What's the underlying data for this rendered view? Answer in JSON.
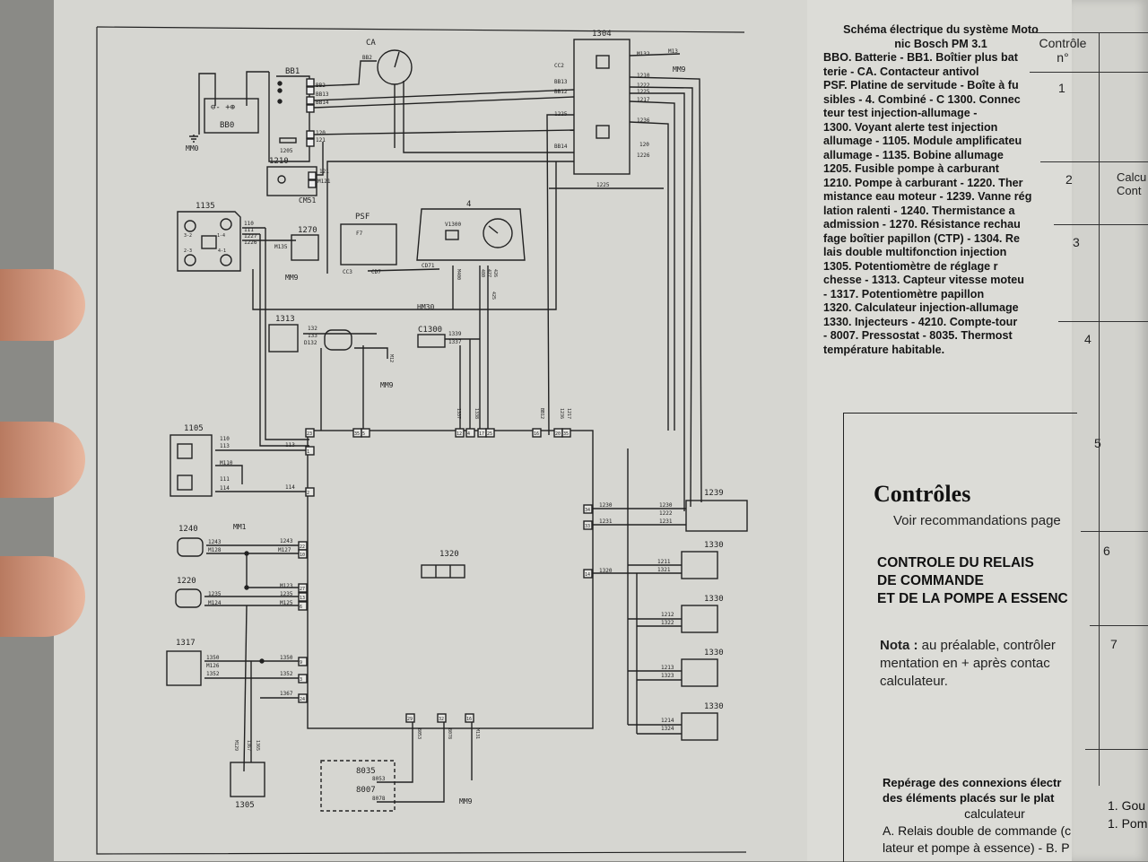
{
  "legend": {
    "title_line1": "Schéma électrique du système Moto",
    "title_line2": "nic Bosch PM 3.1",
    "lines": [
      "BBO. Batterie - BB1. Boîtier plus bat",
      "terie - CA. Contacteur antivol",
      "PSF. Platine de servitude - Boîte à fu",
      "sibles - 4. Combiné - C 1300. Connec",
      "teur test injection-allumage -",
      "1300. Voyant alerte test injection",
      "allumage - 1105. Module amplificateu",
      "allumage - 1135. Bobine allumage",
      "1205. Fusible pompe à carburant",
      "1210. Pompe à carburant - 1220. Ther",
      "mistance eau moteur - 1239. Vanne rég",
      "lation ralenti - 1240. Thermistance a",
      "admission - 1270. Résistance rechau",
      "fage boîtier papillon (CTP) - 1304. Re",
      "lais double multifonction injection",
      "1305. Potentiomètre de réglage r",
      "chesse - 1313. Capteur vitesse moteu",
      "- 1317. Potentiomètre papillon",
      "1320. Calculateur injection-allumage",
      "1330. Injecteurs - 4210. Compte-tour",
      "- 8007. Pressostat - 8035. Thermost",
      "température habitable."
    ]
  },
  "control_table": {
    "header_line1": "Contrôle",
    "header_line2": "n°",
    "numbers": [
      "1",
      "2",
      "3",
      "4",
      "5",
      "6",
      "7"
    ],
    "calc_col": [
      "Calcu",
      "Cont"
    ]
  },
  "controles": {
    "heading": "Contrôles",
    "voir": "Voir recommandations page",
    "relais_lines": [
      "CONTROLE DU RELAIS",
      "DE COMMANDE",
      "ET DE LA POMPE A ESSENC"
    ],
    "nota_label": "Nota :",
    "nota_text": " au préalable, contrôler mentation en + après contac calculateur."
  },
  "reperage": {
    "line1": "Repérage des connexions électr",
    "line2": "des éléments placés sur le plat",
    "line3": "calculateur",
    "line4": "A. Relais double de commande (c",
    "line5": "lateur et pompe à essence) - B. P",
    "far_items": [
      "1. Gou",
      "1. Pom"
    ]
  },
  "schematic": {
    "components": {
      "bb0": "BB0",
      "bb1": "BB1",
      "ca": "CA",
      "mm0": "MM0",
      "cm51": "CM51",
      "c1210": "1210",
      "c1205": "1205",
      "c1304": "1304",
      "c1135": "1135",
      "c1270": "1270",
      "psf": "PSF",
      "f7": "F7",
      "c4": "4",
      "v1300": "V1300",
      "hm30": "HM30",
      "c1313": "1313",
      "c1300": "C1300",
      "c1105": "1105",
      "mm1": "MM1",
      "c1240": "1240",
      "c1220": "1220",
      "c1317": "1317",
      "c1305": "1305",
      "c1320": "1320",
      "c1239": "1239",
      "c1330": "1330",
      "c8035": "8035",
      "c8007": "8007",
      "mm9": "MM9"
    },
    "wires": {
      "bb2": "BB2",
      "bb13": "BB13",
      "bb14": "BB14",
      "bb12": "BB12",
      "cc2": "CC2",
      "cc3": "CC3",
      "cd7": "CD7",
      "cd71": "CD71",
      "w120": "120",
      "w121": "121",
      "m121": "M121",
      "m132": "M132",
      "m13": "M13",
      "w1210": "1210",
      "w1222": "1222",
      "w1225": "1225",
      "w1217": "1217",
      "w1236": "1236",
      "w1226": "1226",
      "w110": "110",
      "w111": "111",
      "w1227": "1227",
      "w1226b": "1226",
      "m135": "M135",
      "w400": "M400",
      "w480": "480",
      "w427": "427",
      "w426": "426",
      "w425": "425",
      "w132": "132",
      "w133": "133",
      "d132": "D132",
      "m12": "M12",
      "w1339": "1339",
      "w1337": "1337",
      "w1338": "1338",
      "w113": "113",
      "m110": "M110",
      "w114": "114",
      "w1243": "1243",
      "m128": "M128",
      "m127": "M127",
      "m123": "M123",
      "w1235": "1235",
      "m124": "M124",
      "m125": "M125",
      "w1350": "1350",
      "m126": "M126",
      "w1352": "1352",
      "w1367": "1367",
      "m129": "M129",
      "w1365": "1365",
      "w1230": "1230",
      "w1231": "1231",
      "w1320": "1320",
      "w1211": "1211",
      "w1321": "1321",
      "w1212": "1212",
      "w1322": "1322",
      "w1213": "1213",
      "w1323": "1323",
      "w1214": "1214",
      "w1324": "1324",
      "w8053": "8053",
      "w8078": "8078",
      "m131": "M131"
    },
    "coil_pins": [
      "1-4",
      "3-2",
      "2-3",
      "4-1"
    ],
    "pins_1320": [
      "23",
      "35",
      "5",
      "12",
      "4",
      "17",
      "25",
      "16",
      "20",
      "35",
      "1",
      "2",
      "22",
      "10",
      "27",
      "13",
      "6",
      "9",
      "3",
      "24",
      "29",
      "32",
      "16",
      "34",
      "33",
      "14"
    ]
  }
}
